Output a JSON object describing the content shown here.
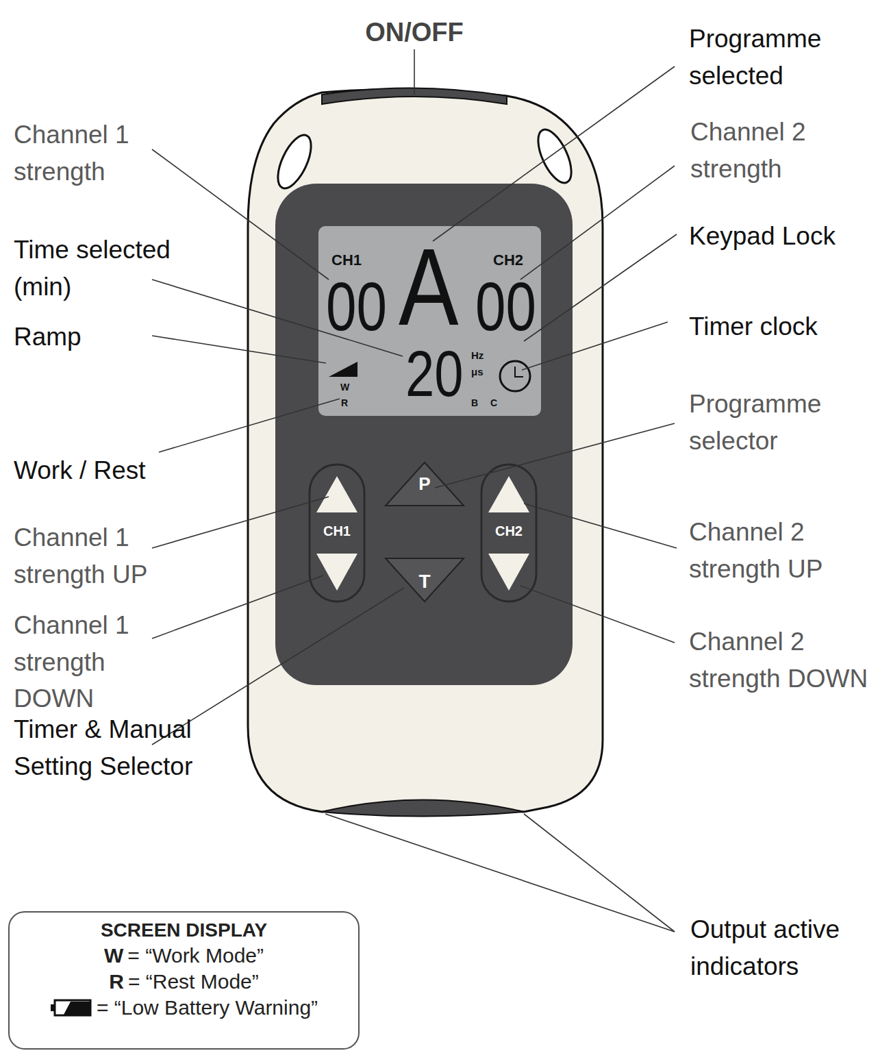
{
  "diagram": {
    "nodes": [
      {
        "text": [
          "SCREEN DISPLAY",
          "W",
          "= “Work Mode”",
          "R",
          "= “Rest Mode”",
          "= “Low Battery Warning”"
        ]
      }
    ],
    "labels": [
      "ON/OFF",
      "Programme selected",
      "Channel 1 strength",
      "Channel 2 strength",
      "Time selected (min)",
      "Keypad Lock",
      "Ramp",
      "Timer clock",
      "Programme selector",
      "Work / Rest",
      "Channel 1 strength UP",
      "Channel 2 strength UP",
      "Channel 1 strength DOWN",
      "Channel 2 strength DOWN",
      "Timer & Manual Setting Selector",
      "Output active indicators",
      "CH1",
      "00",
      "A",
      "CH2",
      "00",
      "20",
      "Hz",
      "μs",
      "W",
      "R",
      "B",
      "C",
      "P",
      "CH1",
      "T",
      "CH2"
    ]
  }
}
